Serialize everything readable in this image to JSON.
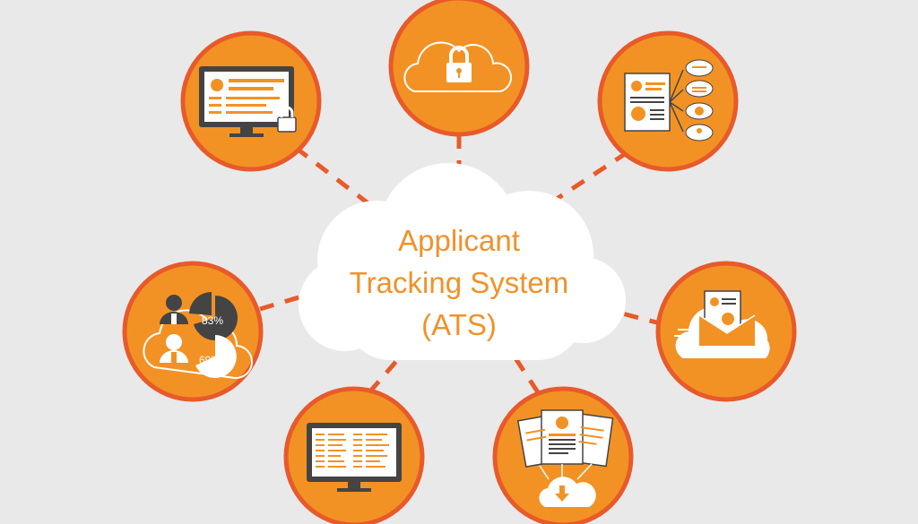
{
  "title": {
    "line1": "Applicant",
    "line2": "Tracking System",
    "line3": "(ATS)"
  },
  "stats": {
    "top_percent": "83%",
    "bottom_percent": "69%"
  },
  "colors": {
    "background": "#e9e9ea",
    "node_fill": "#f29224",
    "node_ring": "#e85a2a",
    "connector": "#e85a2a",
    "cloud": "#ffffff",
    "text_accent": "#f0922a",
    "icon_dark": "#444444"
  },
  "nodes": [
    {
      "icon": "secure-monitor-icon"
    },
    {
      "icon": "cloud-lock-icon"
    },
    {
      "icon": "document-cloud-network-icon"
    },
    {
      "icon": "candidate-stats-icon"
    },
    {
      "icon": "email-cloud-icon"
    },
    {
      "icon": "database-monitor-icon"
    },
    {
      "icon": "resume-cloud-download-icon"
    }
  ]
}
